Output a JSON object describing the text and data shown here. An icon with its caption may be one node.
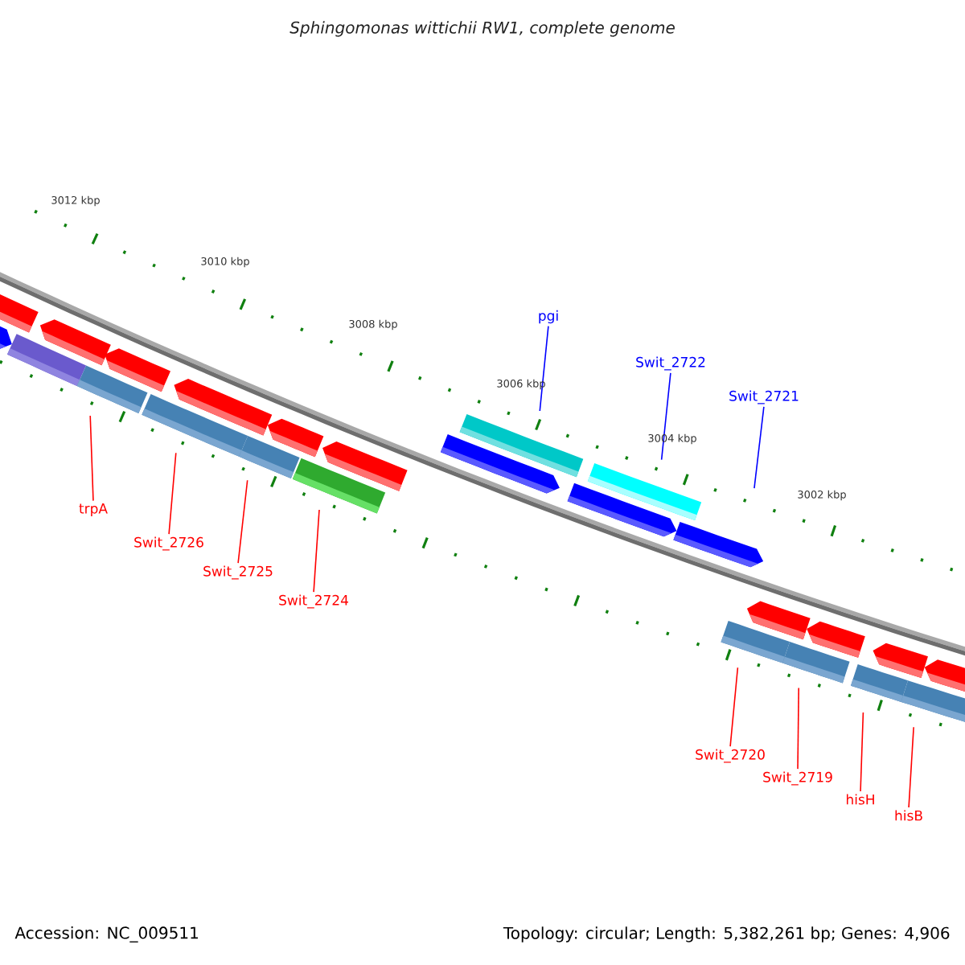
{
  "diagram": {
    "title": "Sphingomonas wittichii RW1, complete genome",
    "nodes": [
      {
        "text": [
          "pgi"
        ]
      },
      {
        "text": [
          "Swit_2722"
        ]
      },
      {
        "text": [
          "Swit_2721"
        ]
      },
      {
        "text": [
          "trpA"
        ]
      },
      {
        "text": [
          "Swit_2726"
        ]
      },
      {
        "text": [
          "Swit_2725"
        ]
      },
      {
        "text": [
          "Swit_2724"
        ]
      },
      {
        "text": [
          "Swit_2720"
        ]
      },
      {
        "text": [
          "Swit_2719"
        ]
      },
      {
        "text": [
          "hisH"
        ]
      },
      {
        "text": [
          "hisB"
        ]
      },
      {
        "text": [],
        "shape": "bar"
      },
      {
        "text": [],
        "shape": "bar"
      },
      {
        "text": [],
        "shape": "bar"
      },
      {
        "text": [],
        "shape": "bar"
      },
      {
        "text": [],
        "shape": "bar"
      },
      {
        "text": [],
        "shape": "bar"
      },
      {
        "text": [],
        "shape": "arrow"
      },
      {
        "text": [],
        "shape": "bar"
      },
      {
        "text": [],
        "shape": "bar"
      },
      {
        "text": [],
        "shape": "bar"
      },
      {
        "text": [],
        "shape": "bar"
      }
    ],
    "edges": [
      {
        "from": 0,
        "to": 15,
        "arrow": "none",
        "color": "#0000ff"
      },
      {
        "from": 1,
        "to": 16,
        "arrow": "none",
        "color": "#0000ff"
      },
      {
        "from": 2,
        "to": 17,
        "arrow": "none",
        "color": "#0000ff"
      },
      {
        "from": 3,
        "to": 11,
        "arrow": "none"
      },
      {
        "from": 4,
        "to": 12,
        "arrow": "none"
      },
      {
        "from": 5,
        "to": 13,
        "arrow": "none"
      },
      {
        "from": 6,
        "to": 14,
        "arrow": "none"
      },
      {
        "from": 7,
        "to": 18,
        "arrow": "none"
      },
      {
        "from": 8,
        "to": 19,
        "arrow": "none"
      },
      {
        "from": 9,
        "to": 20,
        "arrow": "none"
      },
      {
        "from": 10,
        "to": 21,
        "arrow": "none"
      }
    ],
    "labels": [
      "3012 kbp",
      "3010 kbp",
      "3008 kbp",
      "3006 kbp",
      "3004 kbp",
      "3002 kbp",
      "Accession: NC_009511",
      "Topology: circular; Length: 5,382,261 bp; Genes: 4,906"
    ]
  }
}
